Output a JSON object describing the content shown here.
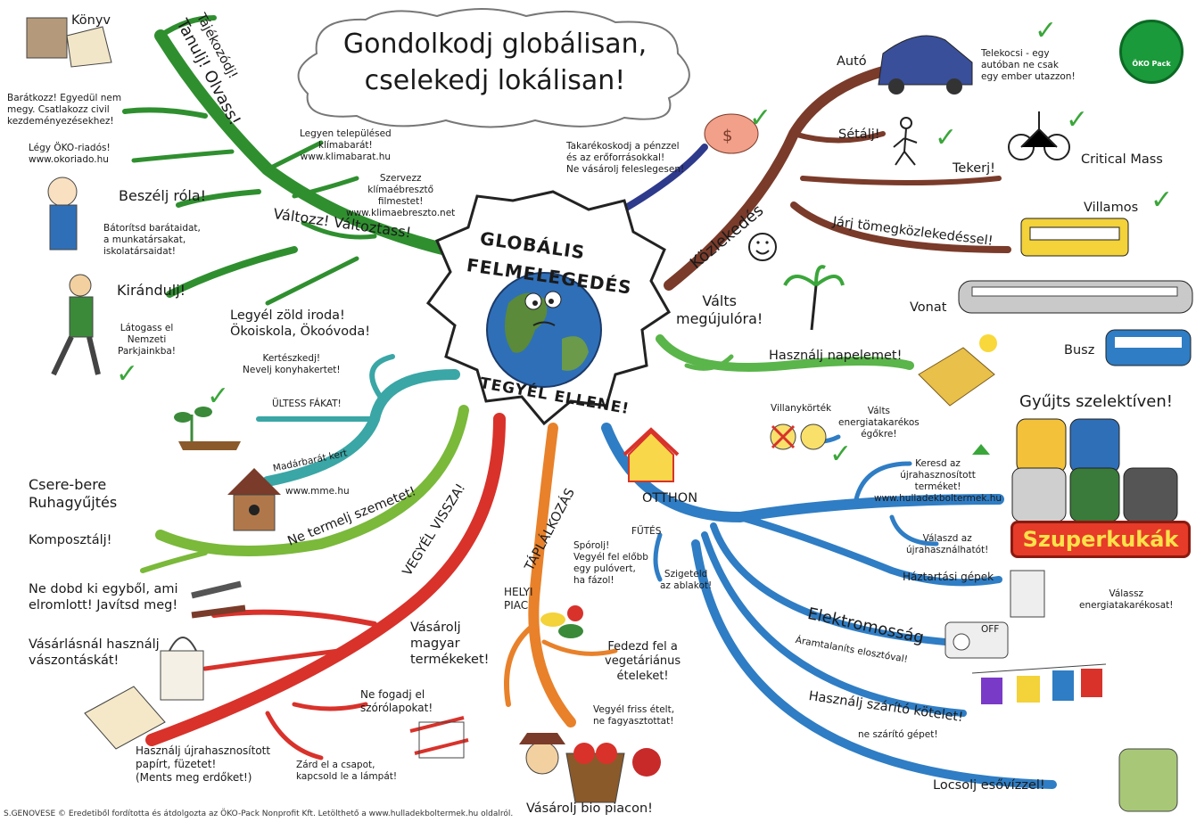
{
  "title": {
    "line1": "Gondolkodj globálisan,",
    "line2": "cselekedj lokálisan!"
  },
  "hub": {
    "line1": "GLOBÁLIS",
    "line2": "FELMELEGEDÉS",
    "bottom": "TEGYÉL ELLENE!"
  },
  "logo": {
    "text": "ÖKO Pack"
  },
  "learn": {
    "branch_1": "Tájékozódj!",
    "branch_2": "Tanulj! Olvass!",
    "book": "Könyv",
    "join_1": "Barátkozz! Egyedül nem",
    "join_2": "megy. Csatlakozz civil",
    "join_3": "kezdeményezésekhez!",
    "okoriado_1": "Légy ÖKO-riadós!",
    "okoriado_2": "www.okoriado.hu",
    "talk": "Beszélj róla!",
    "talk_sub_1": "Bátorítsd barátaidat,",
    "talk_sub_2": "a munkatársakat,",
    "talk_sub_3": "iskolatársaidat!",
    "trip": "Kirándulj!",
    "trip_sub_1": "Látogass el",
    "trip_sub_2": "Nemzeti",
    "trip_sub_3": "Parkjainkba!",
    "klima_1": "Legyen településed",
    "klima_2": "klímabarát!",
    "klima_3": "www.klimabarat.hu",
    "ebreszto_1": "Szervezz",
    "ebreszto_2": "klímaébresztő",
    "ebreszto_3": "filmestet!",
    "ebreszto_4": "www.klimaebreszto.net",
    "change": "Változz! Változtass!",
    "office_1": "Legyél zöld iroda!",
    "office_2": "Ökoiskola, Ökoóvoda!"
  },
  "garden": {
    "kitchen_1": "Kertészkedj!",
    "kitchen_2": "Nevelj konyhakertet!",
    "trees": "ÜLTESS FÁKAT!",
    "bird": "Madárbarát kert",
    "bird_url": "www.mme.hu"
  },
  "waste": {
    "swap_1": "Csere-bere",
    "swap_2": "Ruhagyűjtés",
    "compost": "Komposztálj!",
    "branch": "Ne termelj szemetet!"
  },
  "buy": {
    "branch": "VEGYÉL VISSZA!",
    "repair_1": "Ne dobd ki egyből, ami",
    "repair_2": "elromlott! Javítsd meg!",
    "bag_1": "Vásárlásnál használj",
    "bag_2": "vászontáskát!",
    "paper_1": "Használj újrahasznosított",
    "paper_2": "papírt, füzetet!",
    "paper_3": "(Ments meg erdőket!)",
    "flyers_1": "Ne fogadj el",
    "flyers_2": "szórólapokat!",
    "tap_1": "Zárd el a csapot,",
    "tap_2": "kapcsold le a lámpát!"
  },
  "food": {
    "branch": "TÁPLÁLKOZÁS",
    "market_1": "HELYI",
    "market_2": "PIAC",
    "hungarian_1": "Vásárolj",
    "hungarian_2": "magyar",
    "hungarian_3": "termékeket!",
    "veg_1": "Fedezd fel a",
    "veg_2": "vegetáriánus",
    "veg_3": "ételeket!",
    "fresh_1": "Vegyél friss ételt,",
    "fresh_2": "ne fagyasztottat!",
    "bio": "Vásárolj bio piacon!"
  },
  "money": {
    "save_1": "Takarékoskodj a pénzzel",
    "save_2": "és az erőforrásokkal!",
    "save_3": "Ne vásárolj feleslegesen!"
  },
  "transport": {
    "branch": "Közlekedés",
    "car": "Autó",
    "carpool_1": "Telekocsi - egy",
    "carpool_2": "autóban ne csak",
    "carpool_3": "egy ember utazzon!",
    "walk": "Sétálj!",
    "bike": "Tekerj!",
    "critical": "Critical Mass",
    "public": "Járj tömegközlekedéssel!",
    "tram": "Villamos",
    "train": "Vonat",
    "bus": "Busz"
  },
  "energy": {
    "renew_1": "Válts",
    "renew_2": "megújulóra!",
    "solar": "Használj napelemet!"
  },
  "home": {
    "branch": "OTTHON",
    "bulbs": "Villanykörték",
    "switch_1": "Válts",
    "switch_2": "energiatakarékos",
    "switch_3": "égőkre!",
    "recycled_1": "Keresd az",
    "recycled_2": "újrahasznosított",
    "recycled_3": "terméket!",
    "recycled_4": "www.hulladekboltermek.hu",
    "reusable_1": "Válaszd az",
    "reusable_2": "újrahasználhatót!",
    "heating": "FŰTÉS",
    "sweater_1": "Spórolj!",
    "sweater_2": "Vegyél fel előbb",
    "sweater_3": "egy pulóvert,",
    "sweater_4": "ha fázol!",
    "insulate_1": "Szigeteld",
    "insulate_2": "az ablakot!",
    "appliances": "Háztartási gépek",
    "choose_1": "Válassz",
    "choose_2": "energiatakarékosat!",
    "electricity": "Elektromosság",
    "unplug": "Áramtalaníts elosztóval!",
    "off": "OFF",
    "line": "Használj szárító kötelet!",
    "no_dryer": "ne szárító gépet!",
    "rain": "Locsolj esővízzel!"
  },
  "sort": {
    "title": "Gyűjts szelektíven!",
    "kukak": "Szuperkukák"
  },
  "footer": "S.GENOVESE © Eredetiből fordította és átdolgozta az ÖKO-Pack Nonprofit Kft. Letölthető a www.hulladekboltermek.hu oldalról.",
  "colors": {
    "green": "#2f8f2f",
    "teal": "#3aa6a6",
    "lime": "#7ab93a",
    "red": "#d8322b",
    "orange": "#e8812a",
    "brown": "#7a3b2a",
    "navy": "#2e3a8c",
    "blue": "#2f7dc4",
    "lightgreen": "#5ab54a"
  }
}
